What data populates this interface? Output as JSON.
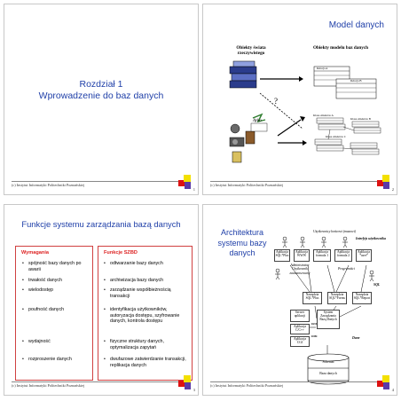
{
  "footer_text": "(c) Instytut Informatyki Politechniki Poznańskiej",
  "slides": [
    {
      "page": "1",
      "title_line1": "Rozdział 1",
      "title_line2": "Wprowadzenie do baz danych"
    },
    {
      "page": "2",
      "title": "Model danych",
      "header_left": "Obiekty świata rzeczywistego",
      "header_right": "Obiekty modelu baz danych",
      "question": "?",
      "relations": [
        "Relacja A",
        "Relacja B"
      ],
      "classes": [
        "Klasa obiektów A",
        "Klasa obiektów B",
        "Klasa obiektów C"
      ]
    },
    {
      "page": "3",
      "title": "Funkcje systemu zarządzania bazą danych",
      "col_left_head": "Wymagania",
      "col_right_head": "Funkcje SZBD",
      "requirements": [
        "spójność bazy danych po awarii",
        "trwałość danych",
        "wielodostęp",
        "poufność danych",
        "wydajność",
        "rozproszenie danych"
      ],
      "functions": [
        "odtwarzanie bazy danych",
        "archiwizacja bazy danych",
        "zarządzanie współbieżnością transakcji",
        "identyfikacja użytkowników, autoryzacja dostępu, szyfrowanie danych, kontrola dostępu",
        "fizyczne struktury danych, optymalizacja zapytań",
        "dwufazowe zatwierdzanie transakcji, replikacja danych"
      ]
    },
    {
      "page": "4",
      "title": "Architektura systemu bazy danych",
      "users_label": "Użytkownicy końcowi (masowi)",
      "interfaces_label": "Interfejs użytkownika",
      "apps": [
        "Aplikacja SQL*Plus",
        "Aplikacja WWW",
        "Aplikacja formula 1",
        "Aplikacja formula 2",
        "Aplikacja *user*"
      ],
      "admin_label": "Administrator Użytkownik zaawansowany",
      "programmers_label": "Programiści",
      "tools": [
        "Narzędzia SQL*Plus",
        "Narzędzia SQL*Forms",
        "Narzędzia SQL*Report"
      ],
      "sql_label": "SQL",
      "server": "Serwer aplikacji",
      "szbd": "System Zarządzania Bazą Danych",
      "apps_c": "Aplikacja C/C++",
      "apps_cgi": "Aplikacja CGI",
      "ddl_label": "DDL",
      "dml_label": "DML",
      "dane_label": "Dane",
      "schemat": "Schemat",
      "baza": "Baza danych"
    }
  ]
}
